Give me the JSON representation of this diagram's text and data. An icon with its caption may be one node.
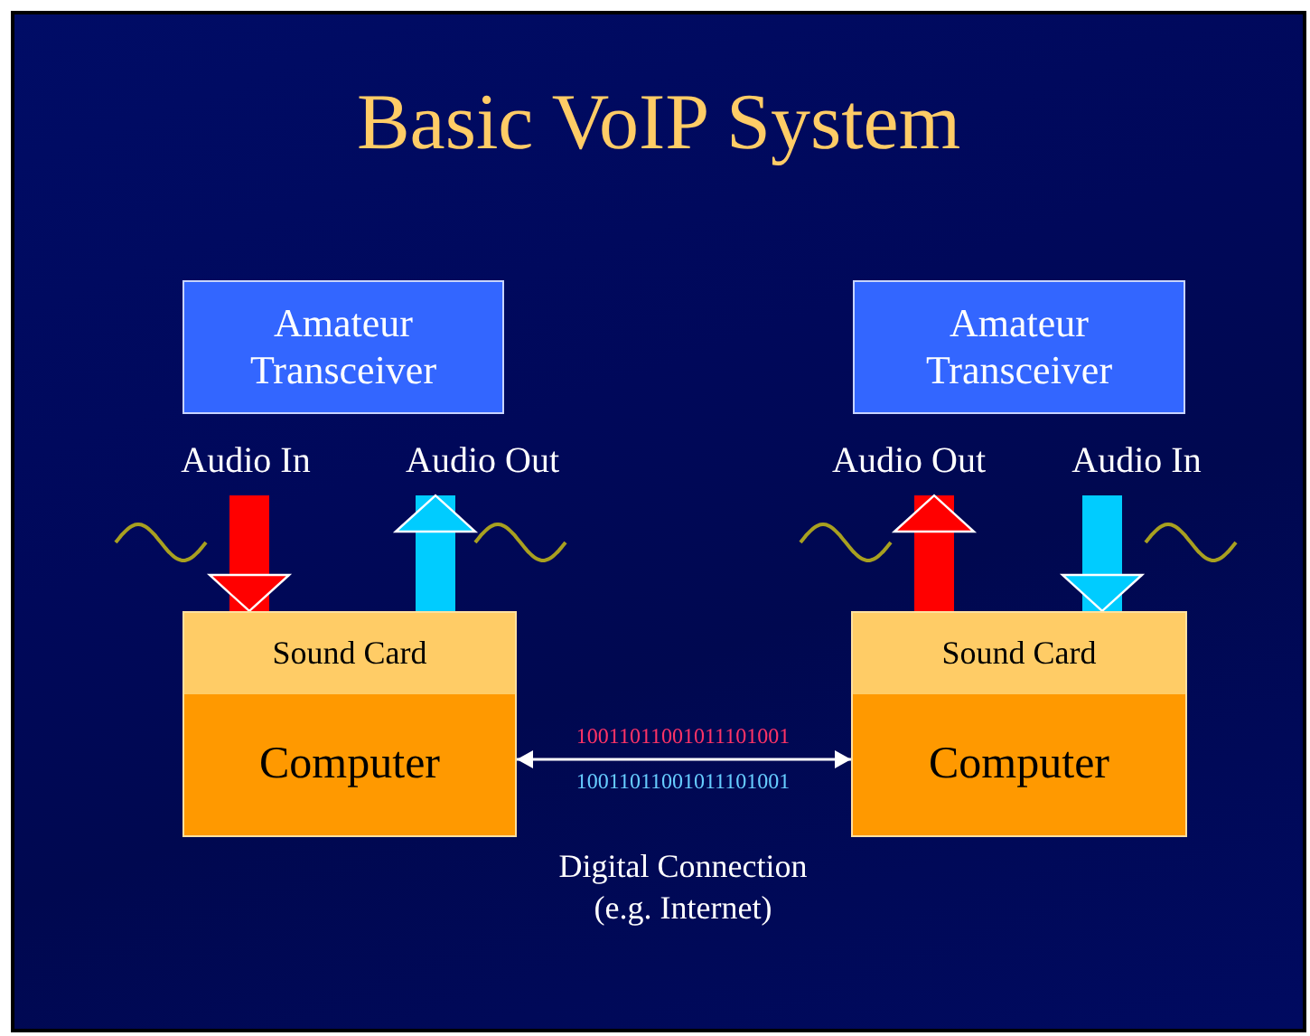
{
  "diagram": {
    "title": "Basic VoIP System",
    "nodes": [
      {
        "text": [
          "Amateur Transceiver"
        ]
      },
      {
        "text": [
          "Amateur Transceiver"
        ]
      },
      {
        "text": [
          "Audio In"
        ]
      },
      {
        "text": [
          "Audio Out"
        ]
      },
      {
        "text": [
          "Audio Out"
        ]
      },
      {
        "text": [
          "Audio In"
        ]
      },
      {
        "text": [
          "Sound Card",
          "Computer"
        ]
      },
      {
        "text": [
          "Sound Card",
          "Computer"
        ]
      }
    ],
    "edges": [
      {
        "from": 2,
        "to": 6,
        "arrow": "to",
        "color": "#ff0000"
      },
      {
        "from": 6,
        "to": 3,
        "arrow": "to",
        "color": "#00ccff"
      },
      {
        "from": 7,
        "to": 4,
        "arrow": "to",
        "color": "#ff0000"
      },
      {
        "from": 5,
        "to": 7,
        "arrow": "to",
        "color": "#00ccff"
      },
      {
        "from": 6,
        "to": 7,
        "arrow": "both",
        "color": "#ffffff"
      }
    ],
    "labels": [
      "10011011001011101001",
      "10011011001011101001",
      "Digital Connection (e.g. Internet)"
    ]
  }
}
